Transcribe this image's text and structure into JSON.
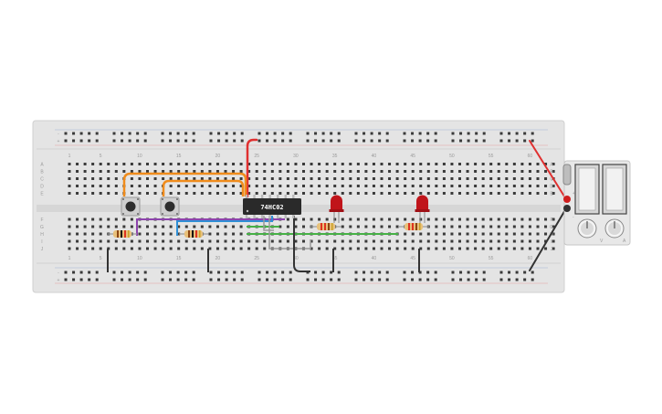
{
  "breadboard": {
    "column_numbers": [
      "1",
      "5",
      "10",
      "15",
      "20",
      "25",
      "30",
      "35",
      "40",
      "45",
      "50",
      "55",
      "60"
    ],
    "row_letters_top": [
      "A",
      "B",
      "C",
      "D",
      "E"
    ],
    "row_letters_bottom": [
      "F",
      "G",
      "H",
      "I",
      "J"
    ],
    "rail_signs": [
      "+",
      "-"
    ]
  },
  "chip": {
    "label": "74HC02"
  },
  "power_supply": {
    "terminal_labels": [
      "+",
      "-"
    ],
    "knob_labels": [
      "V",
      "A"
    ]
  },
  "colors": {
    "board": "#e3e3e3",
    "hole": "#3a3a3a",
    "wire_red": "#e03030",
    "wire_orange": "#f08c1c",
    "wire_purple": "#8e44ad",
    "wire_blue": "#2f8fd6",
    "wire_green": "#46b046",
    "wire_gray": "#9a9a9a",
    "wire_black": "#333333",
    "led_red": "#c0141a"
  }
}
